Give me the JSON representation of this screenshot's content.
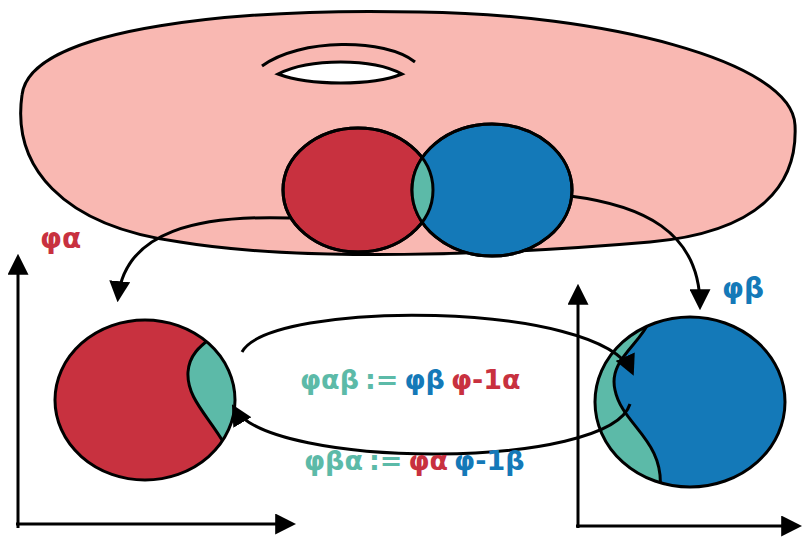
{
  "diagram": {
    "labels": [
      "φα",
      "φβ",
      "φαβ",
      ":=",
      "φβ",
      "φ-1α",
      "φβα",
      ":=",
      "φα",
      "φ-1β"
    ]
  }
}
